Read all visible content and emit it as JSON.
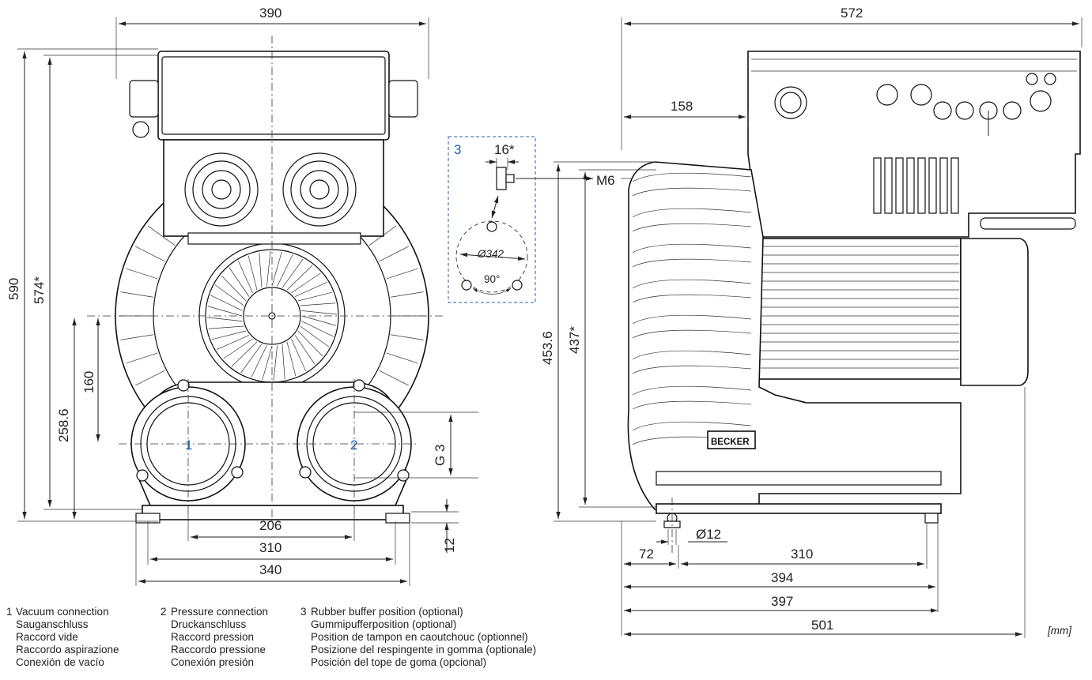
{
  "dimensions": {
    "front_width": "390",
    "front_total_height": "590",
    "front_height_star": "574*",
    "front_axis_height": "258.6",
    "front_port_offset": "160",
    "front_foot_inner": "206",
    "front_foot_mid": "310",
    "front_foot_outer": "340",
    "front_foot_height": "12",
    "port_thread": "G 3",
    "side_width": "572",
    "side_box_offset": "158",
    "side_height": "453.6",
    "side_height_star": "437*",
    "side_thread": "M6",
    "side_hole": "Ø12",
    "side_foot_offset": "72",
    "side_foot_span": "310",
    "side_394": "394",
    "side_397": "397",
    "side_501": "501"
  },
  "detail": {
    "number": "3",
    "dim_16": "16*",
    "diameter": "Ø342",
    "angle": "90°"
  },
  "markers": {
    "port1": "1",
    "port2": "2"
  },
  "brand_plate": "BECKER",
  "unit": "[mm]",
  "legend": [
    {
      "num": "1",
      "lines": [
        "Vacuum connection",
        "Sauganschluss",
        "Raccord vide",
        "Raccordo aspirazione",
        "Conexión de vacío"
      ]
    },
    {
      "num": "2",
      "lines": [
        "Pressure connection",
        "Druckanschluss",
        "Raccord pression",
        "Raccordo pressione",
        "Conexión presión"
      ]
    },
    {
      "num": "3",
      "lines": [
        "Rubber buffer position (optional)",
        "Gummipufferposition (optional)",
        "Position de tampon en caoutchouc (optionnel)",
        "Posizione del respingente in gomma (optionale)",
        "Posición del tope de goma (opcional)"
      ]
    }
  ]
}
